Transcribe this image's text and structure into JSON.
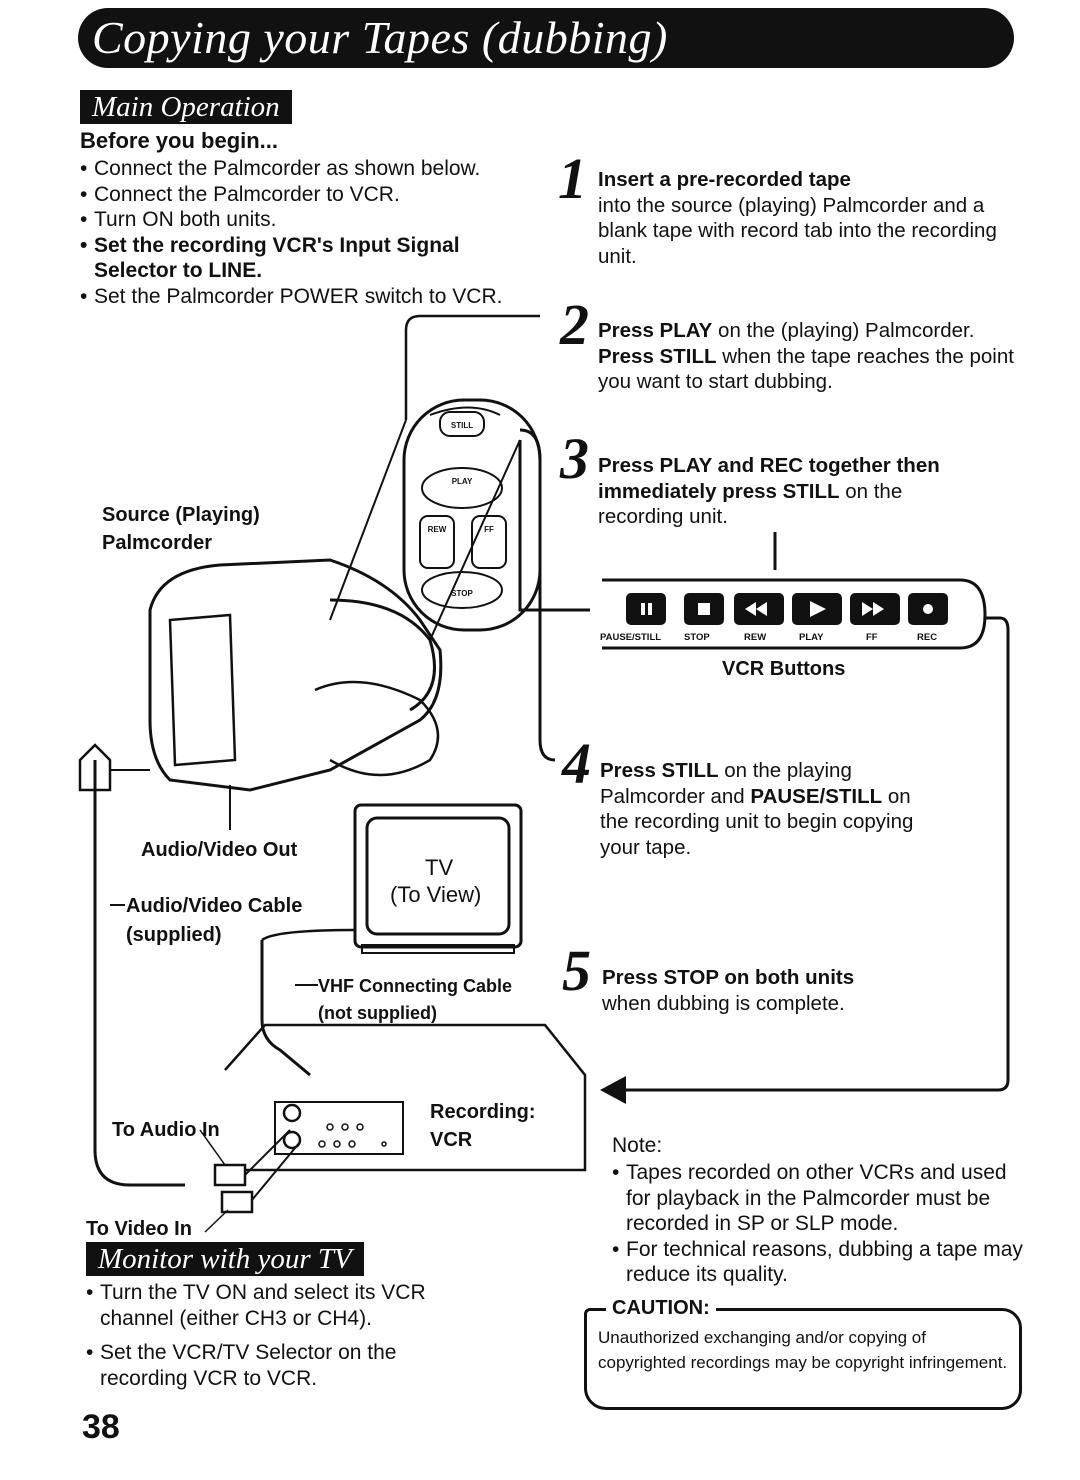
{
  "page_title": "Copying your Tapes (dubbing)",
  "main_operation": {
    "heading": "Main Operation",
    "before_title": "Before you begin...",
    "bullets": [
      "Connect the Palmcorder as shown below.",
      "Connect the Palmcorder to VCR.",
      "Turn ON both units.",
      "Set the recording VCR's Input Signal Selector to LINE.",
      "Set the Palmcorder POWER switch to VCR."
    ]
  },
  "steps": [
    {
      "num": "1",
      "bold": "Insert a pre-recorded tape",
      "text": "into the source (playing) Palmcorder and a blank tape with record tab into the recording unit."
    },
    {
      "num": "2",
      "parts": [
        "Press PLAY",
        " on the (playing) Palmcorder. ",
        "Press STILL",
        " when the tape reaches the point you want to start dubbing."
      ]
    },
    {
      "num": "3",
      "parts": [
        "Press PLAY and REC together then immediately press STILL",
        " on the recording unit."
      ]
    },
    {
      "num": "4",
      "parts": [
        "Press STILL",
        " on the playing Palmcorder and ",
        "PAUSE/STILL",
        " on the recording unit to begin copying your tape."
      ]
    },
    {
      "num": "5",
      "bold": "Press STOP on both units",
      "text": "when dubbing is complete."
    }
  ],
  "diagram": {
    "source_label_1": "Source (Playing)",
    "source_label_2": "Palmcorder",
    "av_out": "Audio/Video Out",
    "av_cable_1": "Audio/Video Cable",
    "av_cable_2": "(supplied)",
    "vhf_1": "VHF Connecting Cable",
    "vhf_2": "(not supplied)",
    "tv_1": "TV",
    "tv_2": "(To View)",
    "audio_in": "To Audio In",
    "video_in": "To Video In",
    "rec_vcr_1": "Recording:",
    "rec_vcr_2": "VCR",
    "remote_buttons": [
      "STILL",
      "PLAY",
      "REW",
      "FF",
      "STOP"
    ],
    "vcr_buttons_title": "VCR Buttons",
    "vcr_buttons": [
      "PAUSE/STILL",
      "STOP",
      "REW",
      "PLAY",
      "FF",
      "REC"
    ]
  },
  "note": {
    "title": "Note:",
    "bullets": [
      "Tapes recorded on other VCRs and used for playback in the Palmcorder must be recorded in SP or SLP mode.",
      "For technical reasons, dubbing a tape may reduce its quality."
    ]
  },
  "caution": {
    "title": "CAUTION:",
    "text": "Unauthorized exchanging and/or copying of copyrighted recordings may be copyright infringement."
  },
  "monitor": {
    "heading": "Monitor with your TV",
    "bullets": [
      "Turn the TV ON and select its VCR channel (either CH3 or CH4).",
      "Set the VCR/TV Selector on the recording VCR to VCR."
    ]
  },
  "page_number": "38"
}
